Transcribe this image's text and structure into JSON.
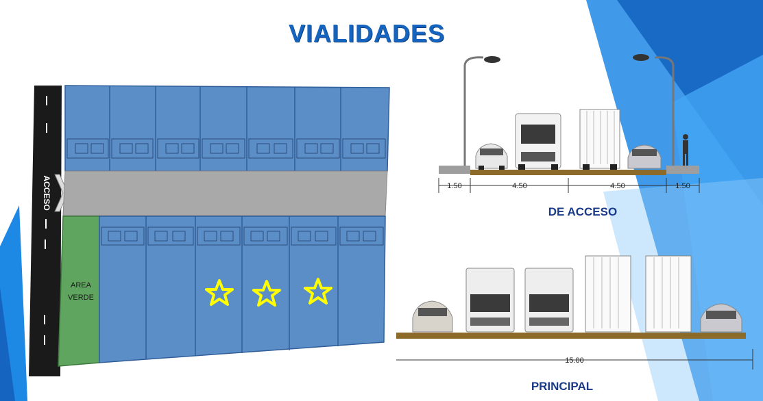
{
  "title": "VIALIDADES",
  "site_plan": {
    "access_label": "ACCESO",
    "green_area_label": "AREA\nVERDE",
    "green_area_line1": "AREA",
    "green_area_line2": "VERDE",
    "star_count": 3
  },
  "section_acceso": {
    "caption": "DE ACCESO",
    "dims": [
      "1.50",
      "4.50",
      "4.50",
      "1.50"
    ]
  },
  "section_principal": {
    "caption": "PRINCIPAL",
    "total_width": "15.00"
  },
  "colors": {
    "title_blue": "#1565c0",
    "lot_blue": "#5b8ec7",
    "road_gray": "#a9a9a9",
    "green_area": "#5fa45f",
    "star_yellow": "#ffff00",
    "caption_navy": "#1a3a8a"
  }
}
